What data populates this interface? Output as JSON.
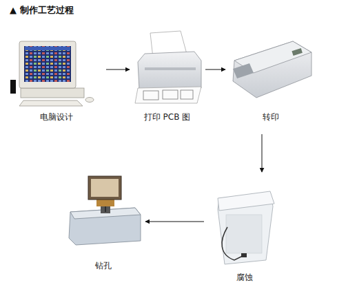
{
  "diagram": {
    "title": "▲ 制作工艺过程",
    "nodes": [
      {
        "text": [
          "电脑设计"
        ]
      },
      {
        "text": [
          "打印 PCB 图"
        ]
      },
      {
        "text": [
          "转印"
        ]
      },
      {
        "text": [
          "腐蚀"
        ]
      },
      {
        "text": [
          "钻孔"
        ]
      }
    ],
    "edges": [
      {
        "from": 0,
        "to": 1,
        "arrow": "to"
      },
      {
        "from": 1,
        "to": 2,
        "arrow": "to"
      },
      {
        "from": 2,
        "to": 3,
        "arrow": "to"
      },
      {
        "from": 3,
        "to": 4,
        "arrow": "to"
      }
    ]
  }
}
